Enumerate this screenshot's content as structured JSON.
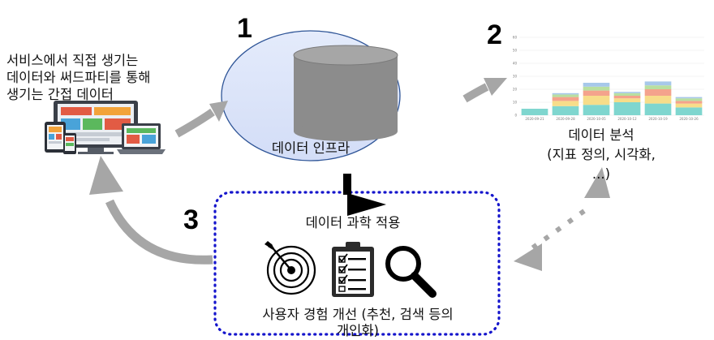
{
  "steps": {
    "one": "1",
    "two": "2",
    "three": "3"
  },
  "source": {
    "line1": "서비스에서 직접 생기는",
    "line2": "데이터와 써드파티를 통해",
    "line3": "생기는 간접 데이터"
  },
  "infra": {
    "label": "데이터 인프라"
  },
  "analysis": {
    "line1": "데이터 분석",
    "line2": "(지표 정의, 시각화,",
    "line3": "...)"
  },
  "application": {
    "title": "데이터 과학 적용",
    "caption_line1": "사용자 경험 개선 (추천, 검색 등의",
    "caption_line2": "개인화)"
  },
  "icons": [
    "devices-icon",
    "database-icon",
    "target-icon",
    "checklist-icon",
    "magnifier-icon"
  ],
  "chart_data": {
    "type": "bar",
    "stacked": true,
    "categories": [
      "2020-09-21",
      "2020-09-28",
      "2020-10-05",
      "2020-10-12",
      "2020-10-19",
      "2020-10-26"
    ],
    "yticks": [
      "0",
      "10",
      "20",
      "30",
      "40",
      "50",
      "60"
    ],
    "ylim": [
      0,
      60
    ],
    "grid": true,
    "series": [
      {
        "color": "#7fd6cf",
        "values": [
          5,
          7,
          8,
          10,
          9,
          6
        ]
      },
      {
        "color": "#f7dd8a",
        "values": [
          0,
          4,
          7,
          3,
          6,
          3
        ]
      },
      {
        "color": "#f4a38c",
        "values": [
          0,
          3,
          4,
          2,
          5,
          2
        ]
      },
      {
        "color": "#b9dfa0",
        "values": [
          0,
          2,
          3,
          2,
          3,
          2
        ]
      },
      {
        "color": "#a7c8ea",
        "values": [
          0,
          1,
          3,
          1,
          3,
          1
        ]
      }
    ]
  },
  "colors": {
    "arrow": "#a6a6a6",
    "ellipse_fill": "#dde6fa",
    "dotted_border": "#1515cc",
    "cylinder": "#8c8c8c"
  }
}
